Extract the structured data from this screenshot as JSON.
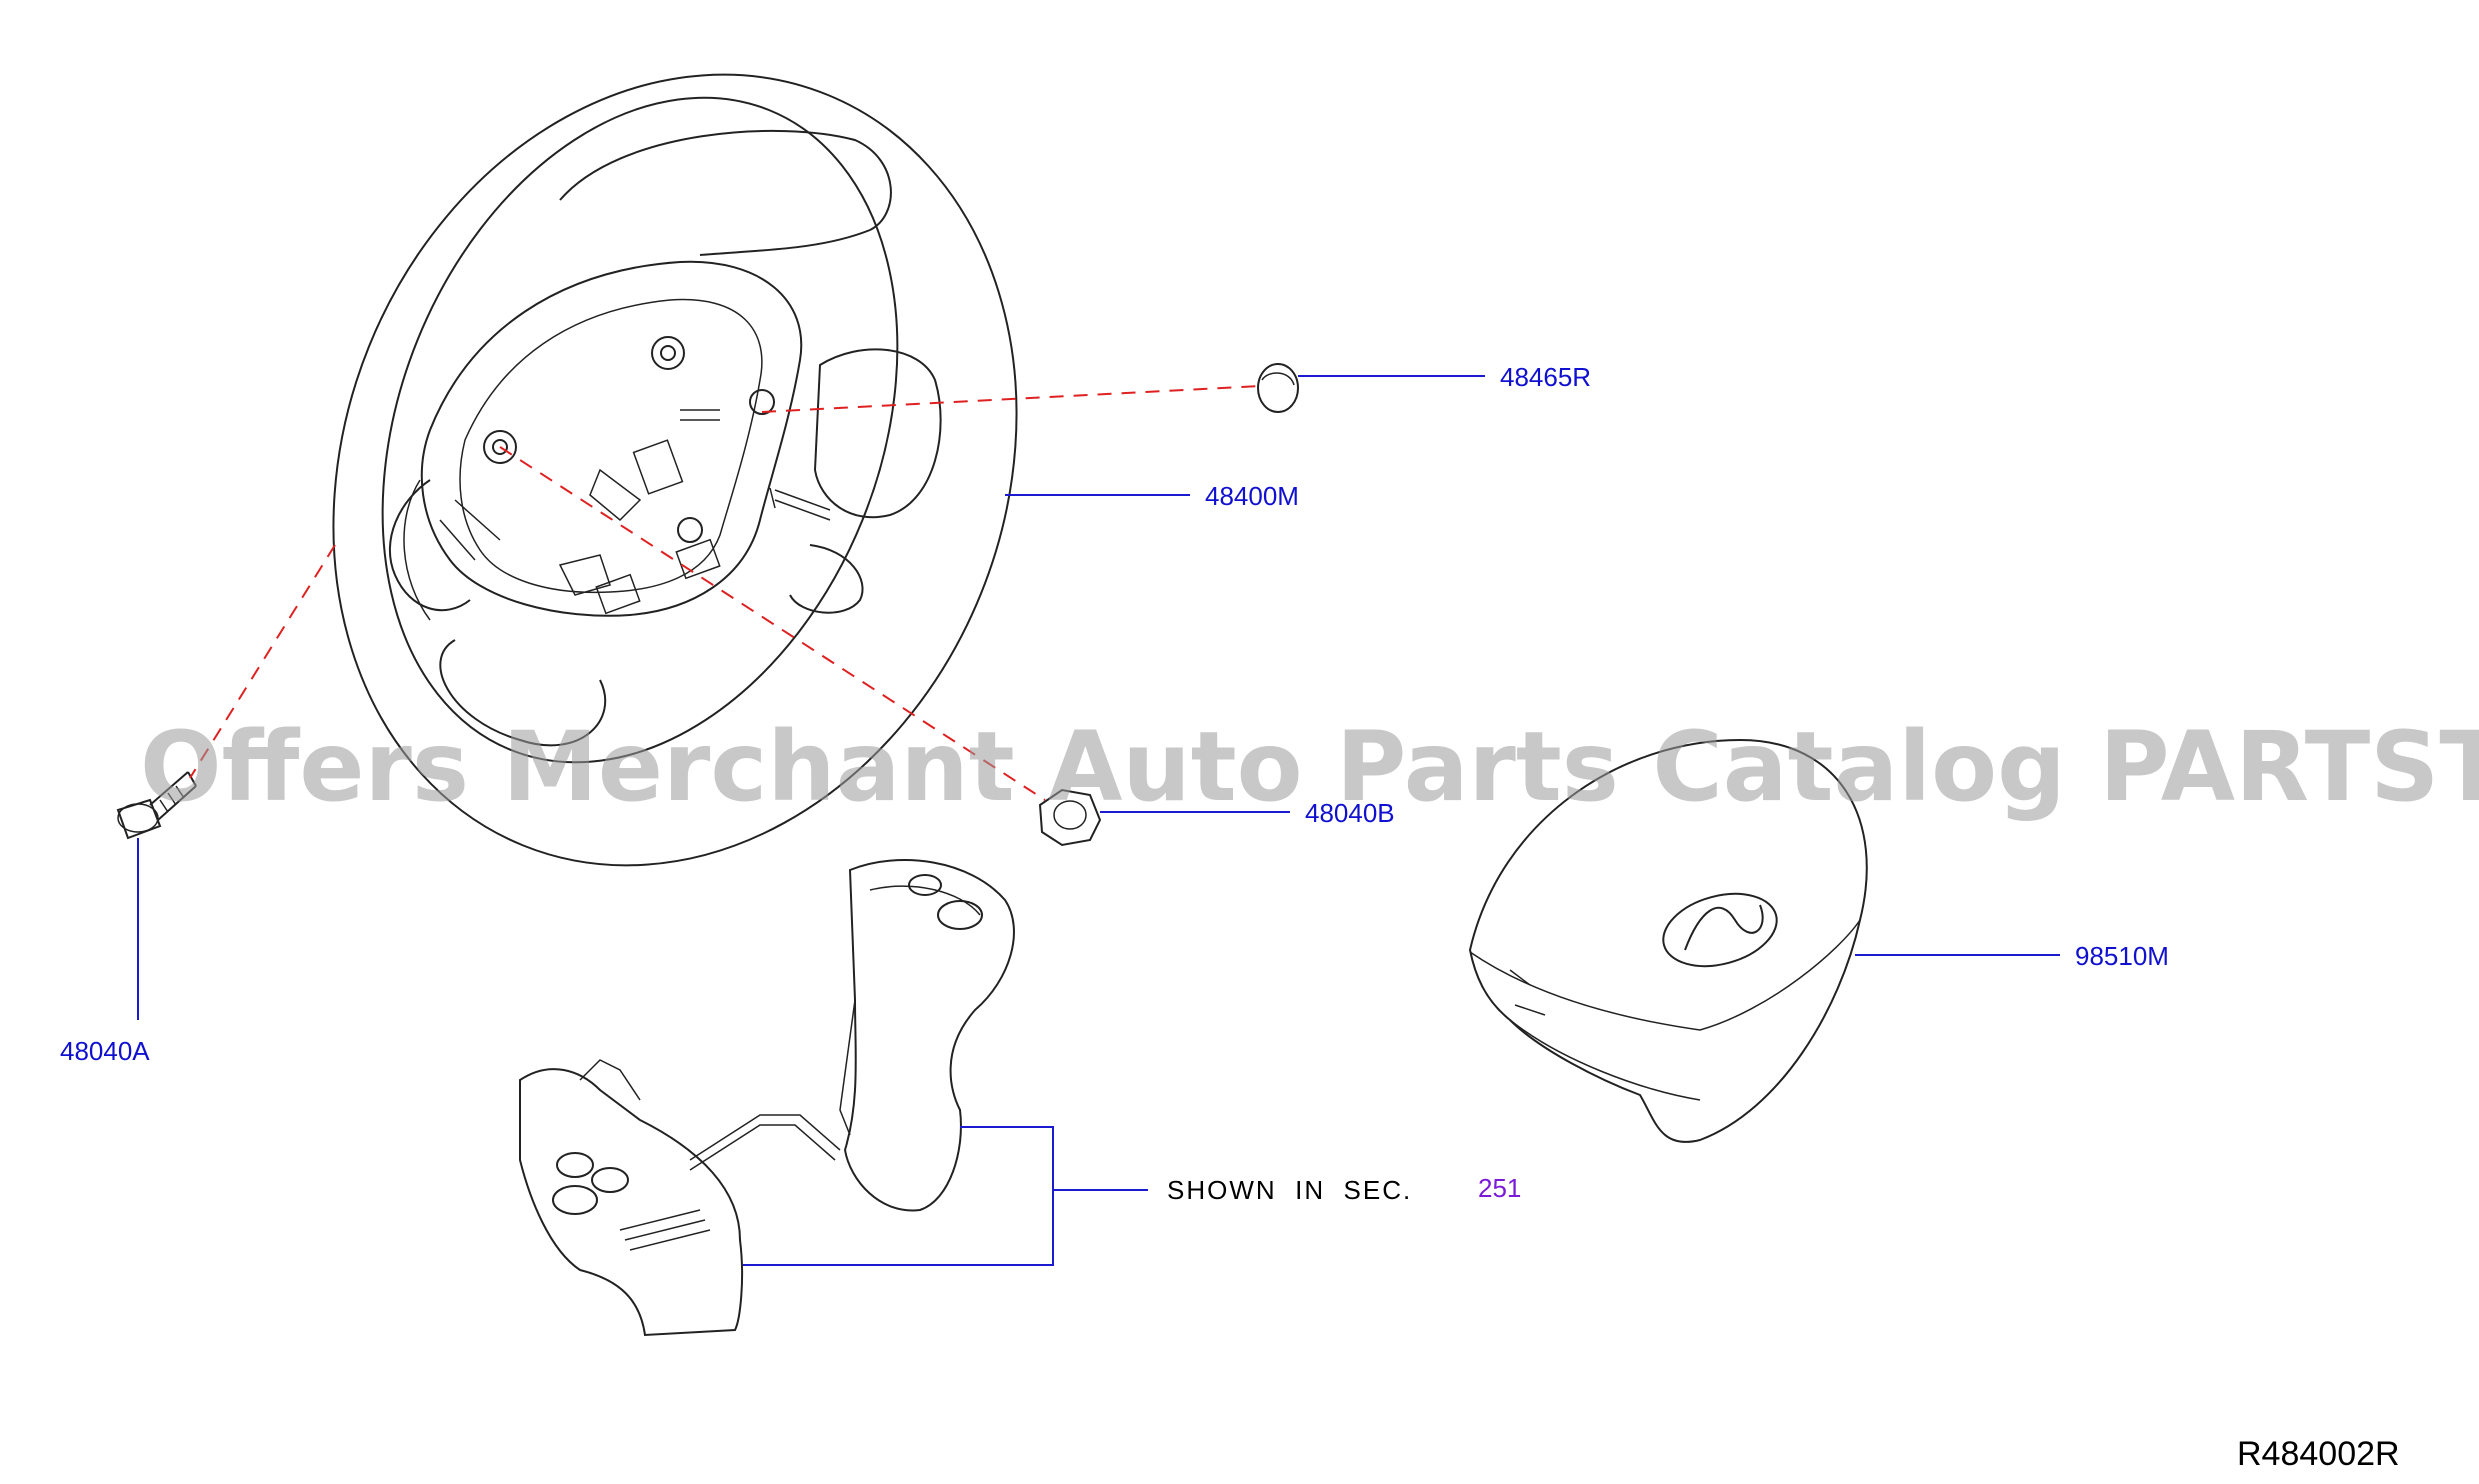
{
  "callouts": {
    "c48465R": "48465R",
    "c48400M": "48400M",
    "c48040B": "48040B",
    "c48040A": "48040A",
    "c98510M": "98510M"
  },
  "section_ref": {
    "text": "SHOWN  IN  SEC.",
    "number": "251"
  },
  "diagram_id": "R484002R",
  "watermark": "Offers Merchant Auto Parts Catalog PARTSTORE.SA",
  "colors": {
    "label_blue": "#1010d0",
    "link_purple": "#7a1ad8",
    "dash_red": "#e02020"
  }
}
